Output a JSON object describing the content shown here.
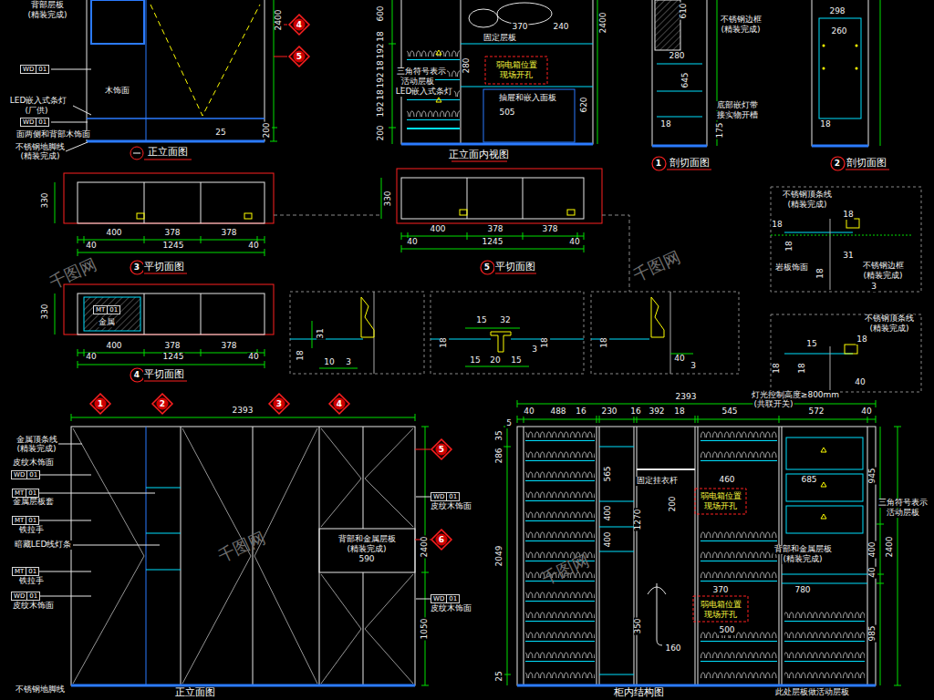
{
  "diagram": {
    "nodes": [
      {
        "text": [
          "4"
        ]
      },
      {
        "text": [
          "5"
        ]
      },
      {
        "text": [
          "WD",
          "01"
        ]
      },
      {
        "text": [
          "WD",
          "01"
        ]
      },
      {
        "text": [
          "1"
        ]
      },
      {
        "text": [
          "2"
        ]
      },
      {
        "text": [
          "3"
        ]
      },
      {
        "text": [
          "5"
        ]
      },
      {
        "text": [
          "MT",
          "01"
        ]
      },
      {
        "text": [
          "4"
        ]
      },
      {
        "text": [
          "1"
        ]
      },
      {
        "text": [
          "2"
        ]
      },
      {
        "text": [
          "3"
        ]
      },
      {
        "text": [
          "4"
        ]
      },
      {
        "text": [
          "WD",
          "01"
        ]
      },
      {
        "text": [
          "MT",
          "01"
        ]
      },
      {
        "text": [
          "MT",
          "01"
        ]
      },
      {
        "text": [
          "MT",
          "01"
        ]
      },
      {
        "text": [
          "WD",
          "01"
        ]
      },
      {
        "text": [
          "5"
        ]
      },
      {
        "text": [
          "6"
        ]
      },
      {
        "text": [
          "WD",
          "01"
        ]
      },
      {
        "text": [
          "WD",
          "01"
        ]
      }
    ],
    "labels": [
      "背部层板",
      "(精装完成)",
      "2400",
      "木饰面",
      "LED嵌入式条灯",
      "(厂供)",
      "面两侧和背部木饰面",
      "25",
      "200",
      "不锈钢地脚线",
      "(精装完成)",
      "正立面图",
      "600",
      "18",
      "192",
      "18",
      "192",
      "18",
      "192",
      "200",
      "固定层板",
      "370",
      "240",
      "280",
      "三角符号表示",
      "活动层板",
      "LED嵌入式条灯",
      "弱电箱位置",
      "现场开孔",
      "抽屉和嵌入面板",
      "505",
      "620",
      "2400",
      "正立面内视图",
      "610",
      "不锈钢边框",
      "(精装完成)",
      "280",
      "645",
      "底部嵌灯带",
      "接实物开槽",
      "18",
      "175",
      "剖切面图",
      "298",
      "260",
      "18",
      "剖切面图",
      "330",
      "400",
      "378",
      "378",
      "40",
      "1245",
      "40",
      "平切面图",
      "330",
      "400",
      "378",
      "378",
      "40",
      "1245",
      "40",
      "平切面图",
      "330",
      "金属",
      "400",
      "378",
      "378",
      "40",
      "1245",
      "40",
      "平切面图",
      "31",
      "18",
      "10",
      "3",
      "15",
      "32",
      "18",
      "18",
      "15",
      "20",
      "15",
      "3",
      "18",
      "40",
      "3",
      "不锈钢顶条线",
      "(精装完成)",
      "18",
      "18",
      "18",
      "31",
      "岩板饰面",
      "18",
      "不锈钢边框",
      "(精装完成)",
      "3",
      "不锈钢顶条线",
      "(精装完成)",
      "18",
      "15",
      "18",
      "18",
      "40",
      "2393",
      "金属顶条线",
      "(精装完成)",
      "皮纹木饰面",
      "金属层板套",
      "铁拉手",
      "暗藏LED线灯条",
      "铁拉手",
      "皮纹木饰面",
      "不锈钢地脚线",
      "背部和金属层板",
      "(精装完成)",
      "590",
      "2400",
      "1050",
      "皮纹木饰面",
      "皮纹木饰面",
      "正立面图",
      "2393",
      "40",
      "488",
      "16",
      "230",
      "16",
      "392",
      "18",
      "545",
      "572",
      "40",
      "5",
      "35",
      "286",
      "2049",
      "25",
      "灯光控制高度≥800mm",
      "(共联开关)",
      "565",
      "固定挂衣杆",
      "460",
      "200",
      "弱电箱位置",
      "现场开孔",
      "685",
      "945",
      "三角符号表示",
      "活动层板",
      "400",
      "400",
      "1270",
      "背部和金属层板",
      "(精装完成)",
      "400",
      "40",
      "2400",
      "370",
      "780",
      "弱电箱位置",
      "现场开孔",
      "500",
      "350",
      "160",
      "985",
      "柜内结构图",
      "此处层板做活动层板",
      "千图网",
      "千图网",
      "千图网",
      "千图网"
    ]
  }
}
